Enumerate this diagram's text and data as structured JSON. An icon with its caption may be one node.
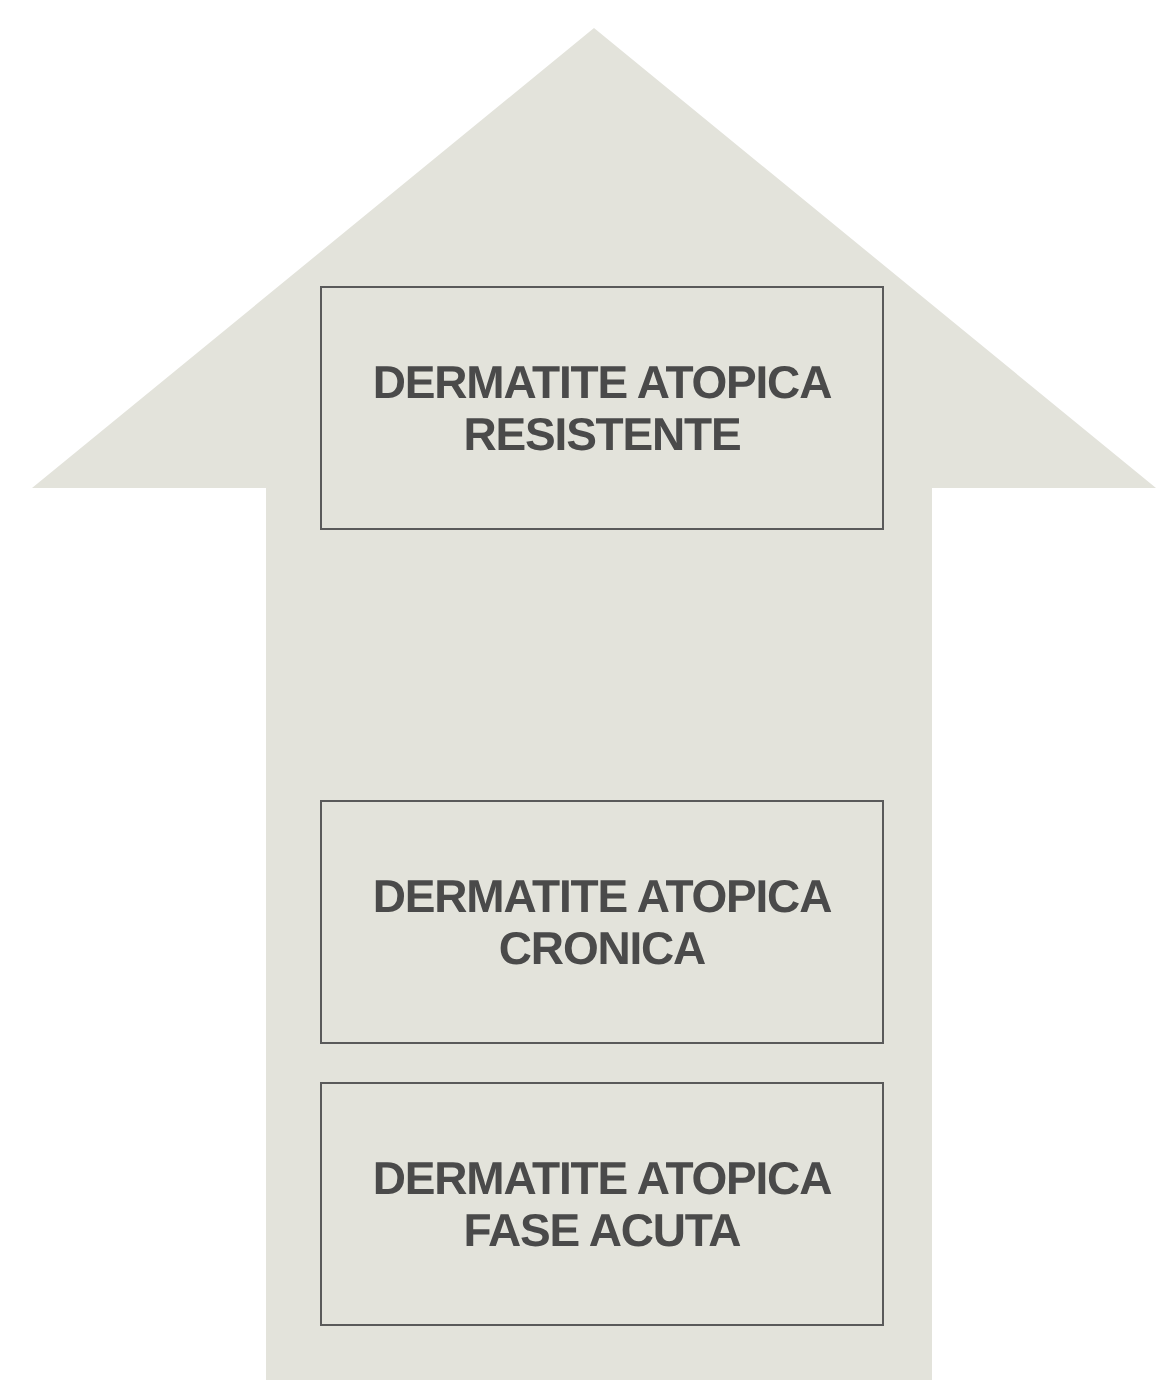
{
  "diagram": {
    "nodes": [
      {
        "text": [
          "DERMATITE ATOPICA RESISTENTE"
        ]
      },
      {
        "text": [
          "DERMATITE ATOPICA CRONICA"
        ]
      },
      {
        "text": [
          "DERMATITE ATOPICA FASE ACUTA"
        ]
      }
    ]
  }
}
